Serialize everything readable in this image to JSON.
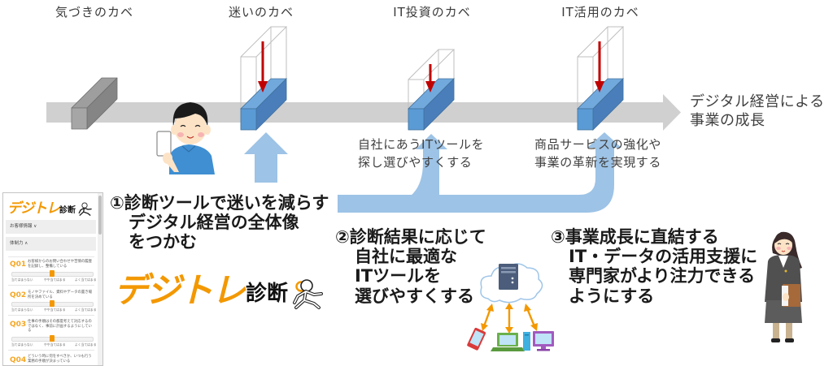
{
  "walls": {
    "labels": [
      "気づきのカベ",
      "迷いのカベ",
      "IT投資のカベ",
      "IT活用のカベ"
    ]
  },
  "goal": {
    "lines": [
      "デジタル経営による",
      "事業の成長"
    ]
  },
  "notes": {
    "it_investment": [
      "自社にあうITツールを",
      "探し選びやすくする"
    ],
    "it_utilization": [
      "商品サービスの強化や",
      "事業の革新を実現する"
    ]
  },
  "points": [
    {
      "lines": [
        "①診断ツールで迷いを減らす",
        "デジタル経営の全体像",
        "をつかむ"
      ]
    },
    {
      "lines": [
        "②診断結果に応じて",
        "自社に最適な",
        "ITツールを",
        "選びやすくする"
      ]
    },
    {
      "lines": [
        "③事業成長に直結する",
        "IT・データの活用支援に",
        "専門家がより注力できる",
        "ようにする"
      ]
    }
  ],
  "logo": {
    "orange": "デジトレ",
    "black": "診断"
  },
  "mockup": {
    "logo_orange": "デジトレ",
    "logo_black": "診断",
    "sections": [
      {
        "label": "お客様情報 ∨",
        "expanded": false
      },
      {
        "label": "体制力 ∧",
        "expanded": true
      }
    ],
    "scale_labels": [
      "当てはまらない",
      "やや当てはまる",
      "よく当てはまる"
    ],
    "questions": [
      {
        "num": "Q01",
        "text": "お客様からのお問い合わせや苦情の履歴を記録し、整備している",
        "selected_fraction": 0.5
      },
      {
        "num": "Q02",
        "text": "モノやファイル、資料やデータの置き場所を決めている",
        "selected_fraction": 0.5
      },
      {
        "num": "Q03",
        "text": "仕事の手順はその都度考えて対応するのではなく、事前に計画するようにしている",
        "selected_fraction": 0.5
      },
      {
        "num": "Q04",
        "text": "どういう時に何をすべきか、いつも行う業務の手順が決まっている"
      }
    ]
  },
  "colors": {
    "timeline_gray": "#d0d0d0",
    "wall_blue": "#5b9bd5",
    "wall_outline": "#bfbfbf",
    "lower_arrow": "#c00000",
    "support_arrow": "#9dc3e6",
    "brand_orange": "#f39800",
    "network_arrow": "#f39800"
  },
  "icons": [
    "person-with-smartphone",
    "businesswoman",
    "cloud-server",
    "smartphone",
    "laptop",
    "desktop-pc",
    "magnifier-figure"
  ]
}
